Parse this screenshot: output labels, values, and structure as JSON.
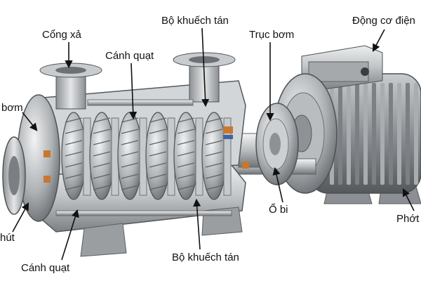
{
  "labels": {
    "cong_xa": "Cổng xả",
    "bo_khuech_tan_top": "Bộ khuếch tán",
    "truc_bom": "Trục bơm",
    "dong_co_dien": "Động cơ điện",
    "canh_quat_top": "Cánh quạt",
    "bom_left": "bơm",
    "o_bi": "Ổ bi",
    "phot": "Phớt",
    "hut_left": "hút",
    "canh_quat_bottom": "Cánh quạt",
    "bo_khuech_tan_bottom": "Bộ khuếch tán"
  },
  "colors": {
    "metal_light": "#d9dbdc",
    "metal_mid": "#a7abae",
    "metal_dark": "#6e7276",
    "bearing_orange": "#c8772e",
    "bearing_blue": "#3f64a6"
  }
}
